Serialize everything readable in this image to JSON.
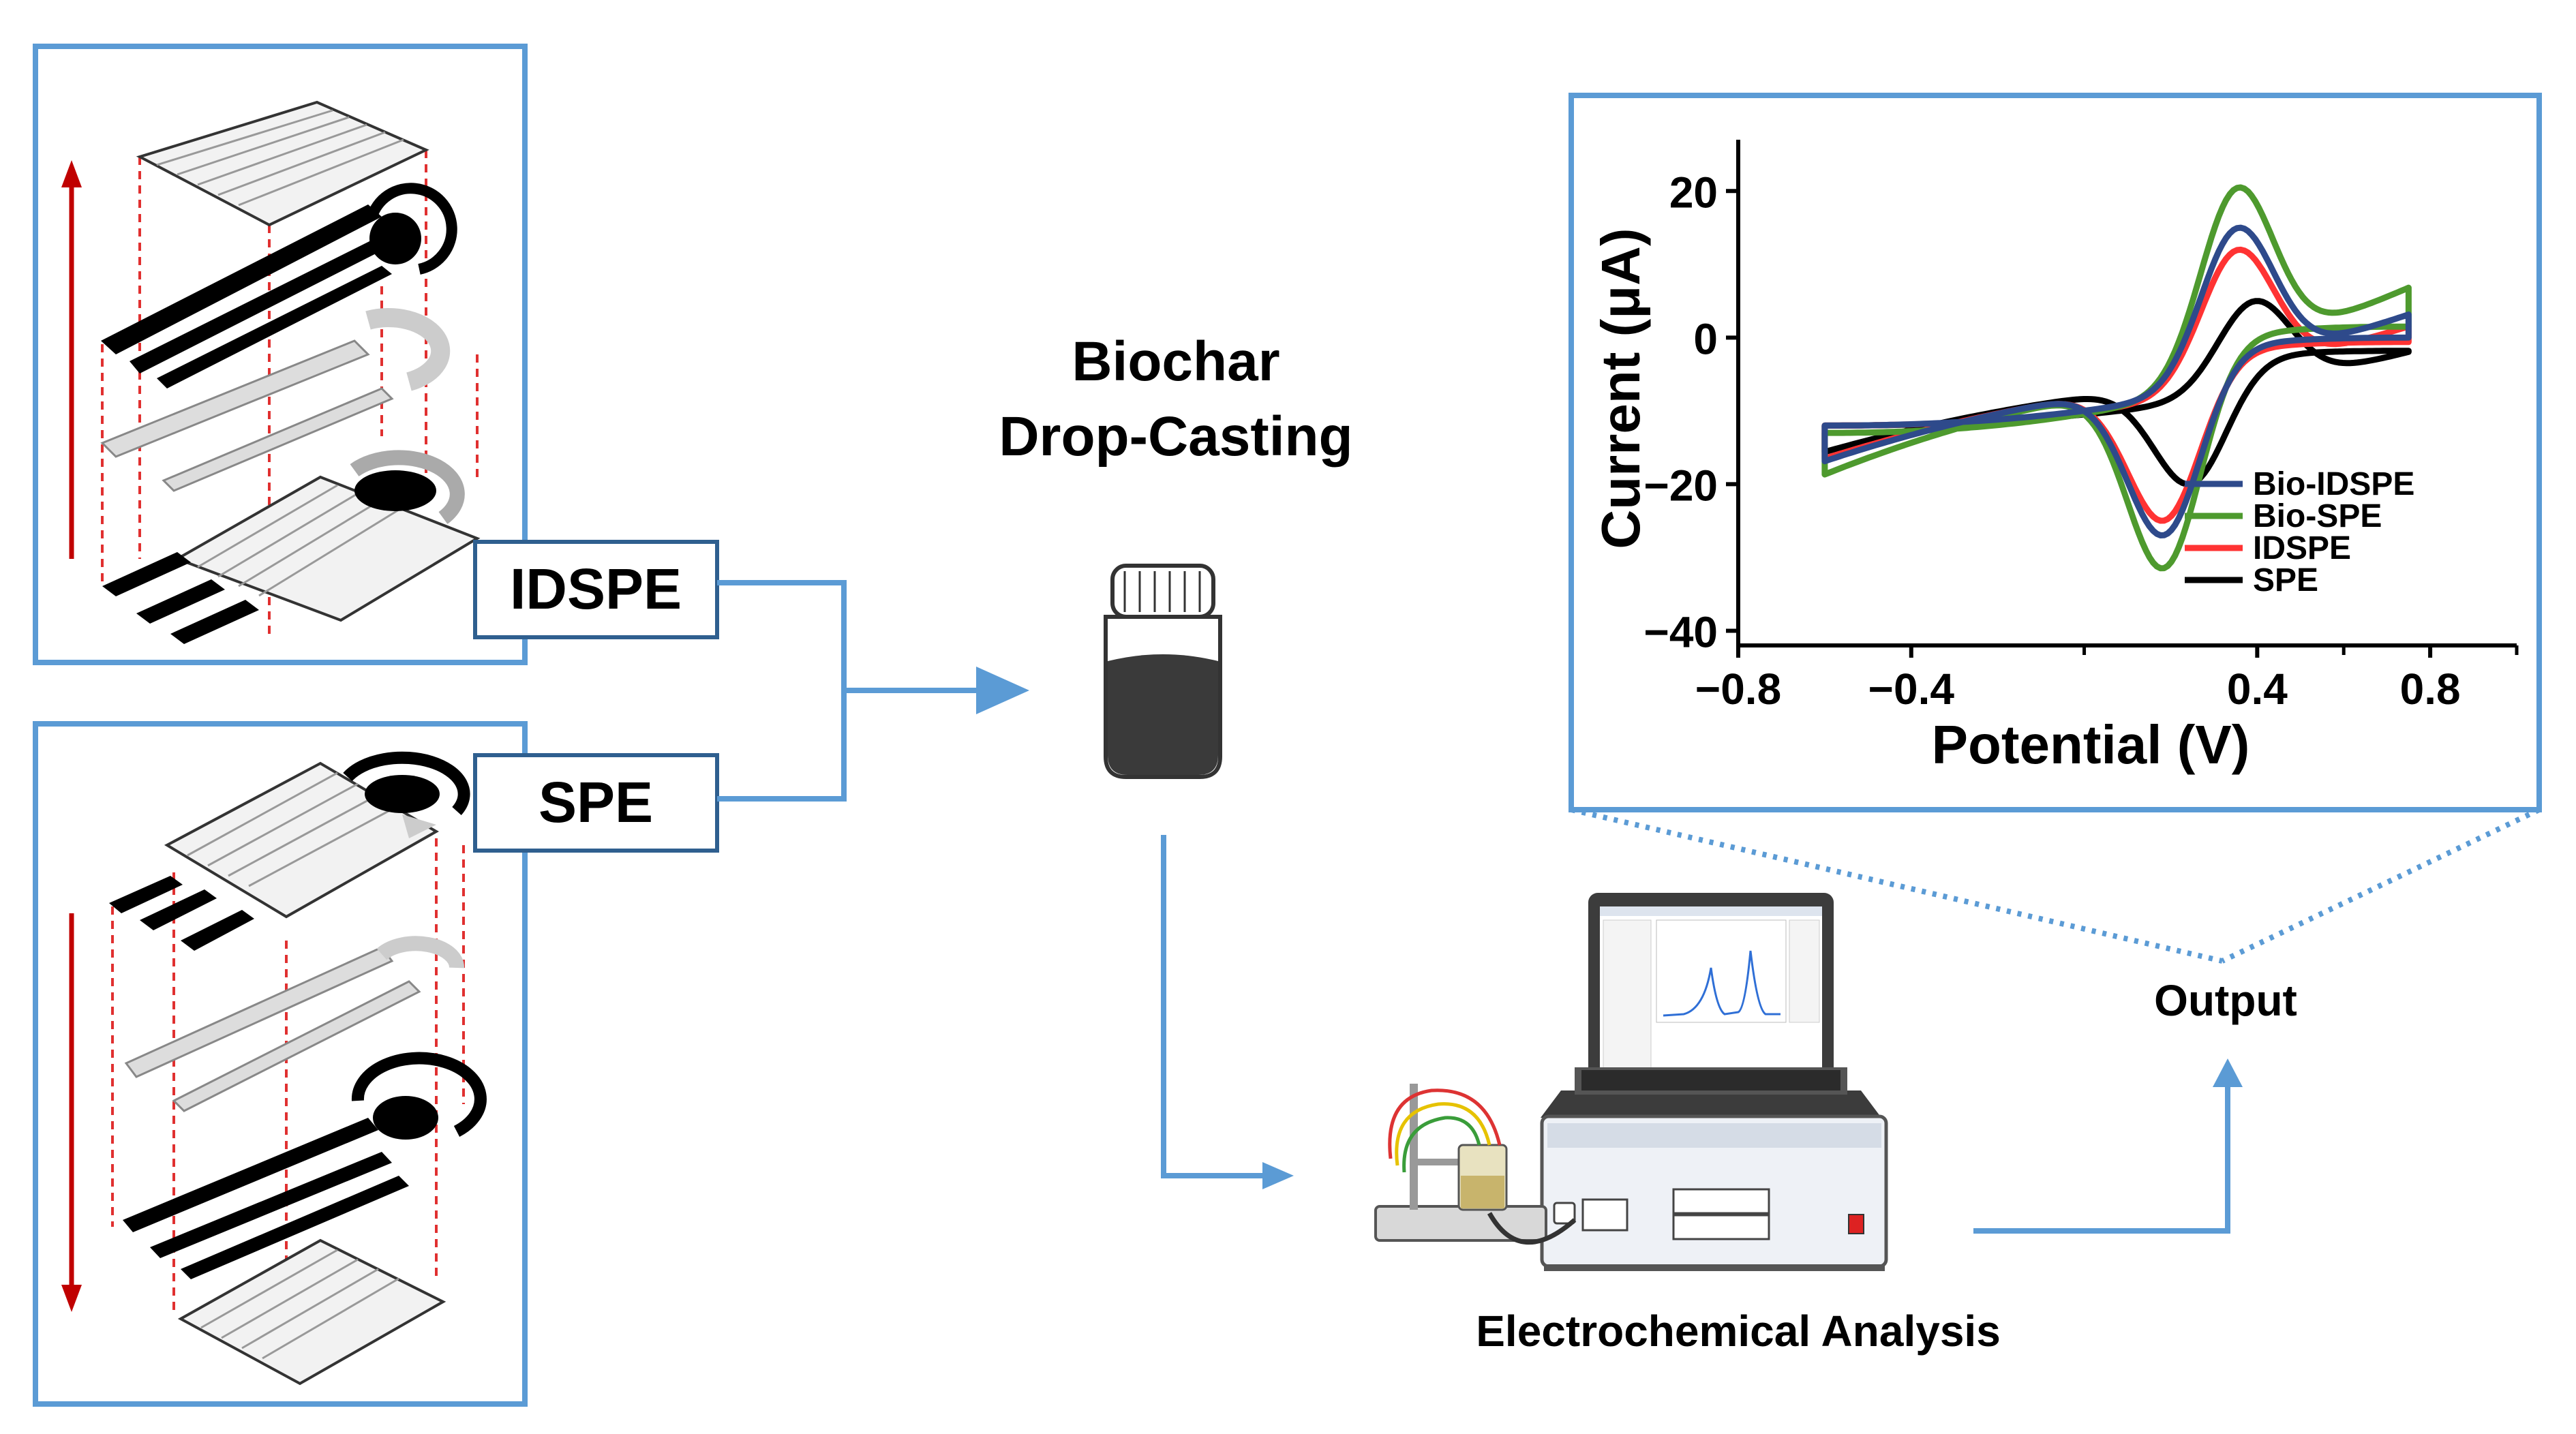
{
  "labels": {
    "idspe": "IDSPE",
    "spe": "SPE",
    "step_line1": "Biochar",
    "step_line2": "Drop-Casting",
    "analysis": "Electrochemical Analysis",
    "output": "Output"
  },
  "colors": {
    "frame_blue": "#5B9BD5",
    "label_border": "#2F5F8F",
    "arrow_red": "#C00000",
    "guide_red": "#E03030",
    "electrode_black": "#000000",
    "electrode_grey": "#D0D0D0"
  },
  "chart_data": {
    "type": "line",
    "xlabel": "Potential (V)",
    "ylabel": "Current (μA)",
    "xlim": [
      -0.8,
      1.0
    ],
    "ylim": [
      -42,
      27
    ],
    "xticks": [
      -0.8,
      -0.4,
      0.4,
      0.8
    ],
    "xtick_labels": [
      "−0.8",
      "−0.4",
      "0.4",
      "0.8"
    ],
    "yticks": [
      20,
      0,
      -20,
      -40
    ],
    "ytick_labels": [
      "20",
      "0",
      "−20",
      "−40"
    ],
    "grid": false,
    "legend_position": "bottom-right",
    "series": [
      {
        "name": "Bio-IDSPE",
        "color": "#2E4A8B",
        "x_start": -0.6,
        "x_end": 0.75,
        "ipa": 15,
        "epa": 0.36,
        "ipc": -27,
        "epc": 0.18,
        "i_start": -12,
        "i_end": 0
      },
      {
        "name": "Bio-SPE",
        "color": "#4E9A2E",
        "x_start": -0.6,
        "x_end": 0.75,
        "ipa": 20.5,
        "epa": 0.36,
        "ipc": -31.5,
        "epc": 0.18,
        "i_start": -13,
        "i_end": 2.5
      },
      {
        "name": "IDSPE",
        "color": "#FF3333",
        "x_start": -0.6,
        "x_end": 0.75,
        "ipa": 12,
        "epa": 0.36,
        "ipc": -25,
        "epc": 0.18,
        "i_start": -12,
        "i_end": -1
      },
      {
        "name": "SPE",
        "color": "#000000",
        "x_start": -0.6,
        "x_end": 0.75,
        "ipa": 5,
        "epa": 0.4,
        "ipc": -20,
        "epc": 0.24,
        "i_start": -12,
        "i_end": -3
      }
    ]
  }
}
